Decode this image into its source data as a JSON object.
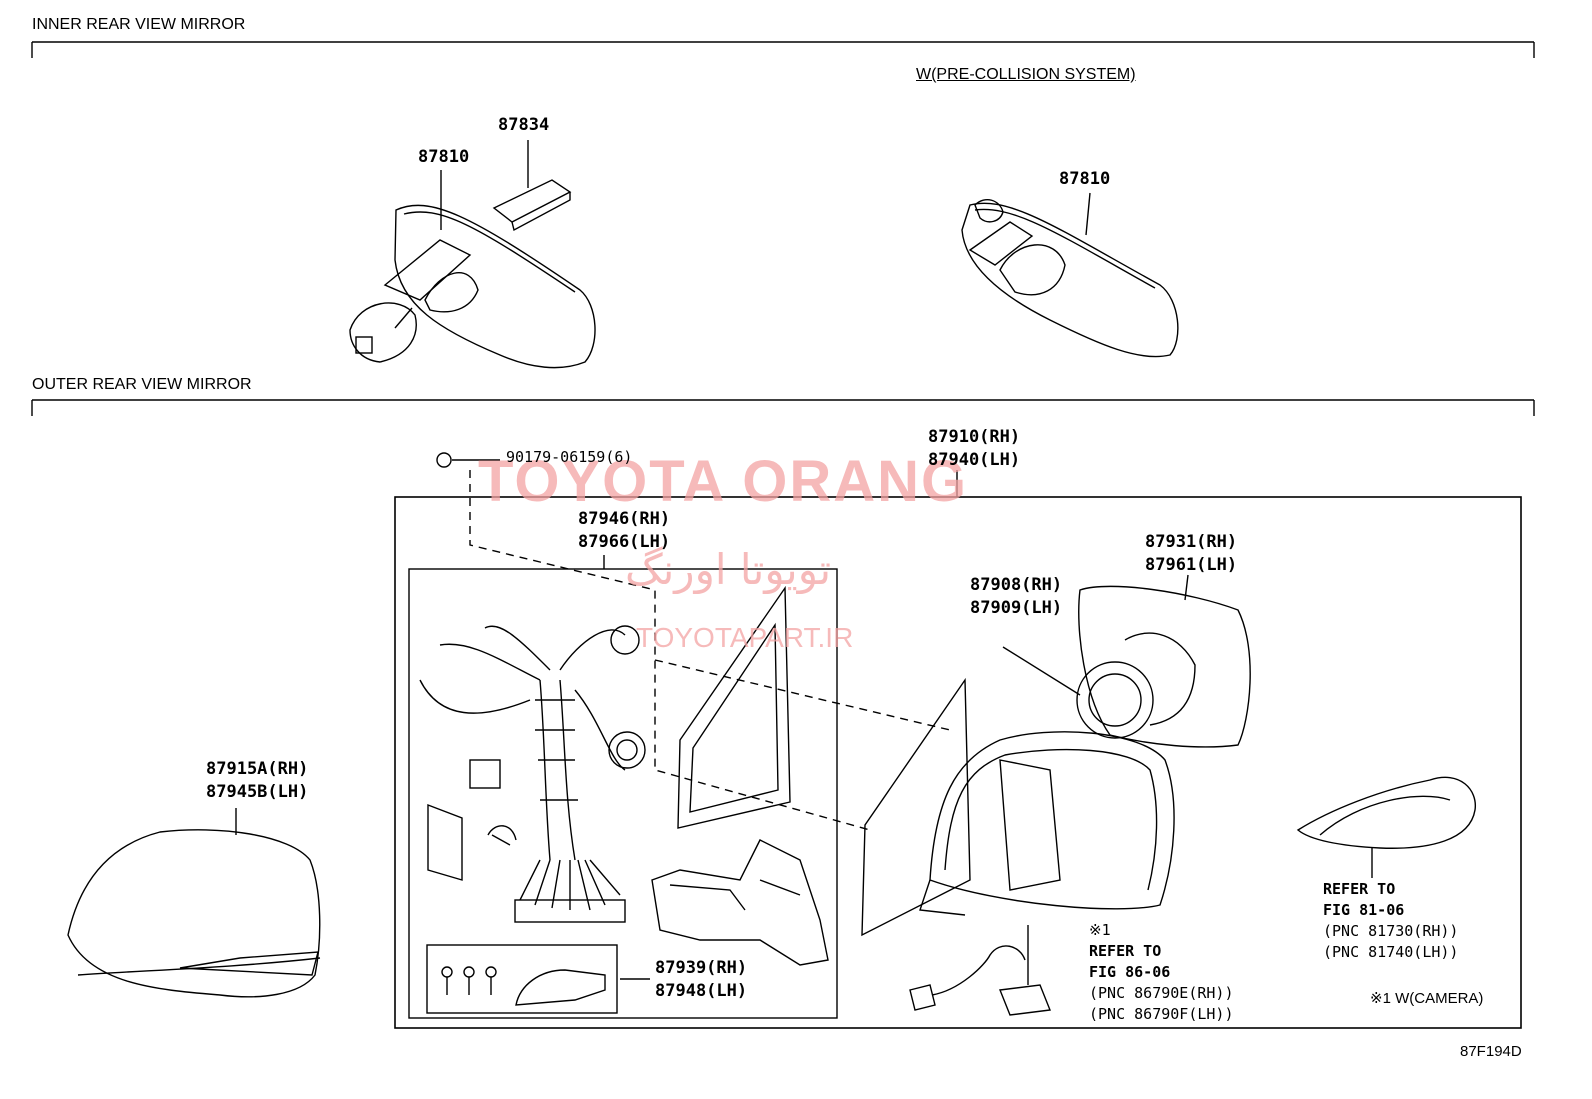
{
  "sections": {
    "inner": "INNER REAR VIEW MIRROR",
    "outer": "OUTER REAR VIEW MIRROR"
  },
  "inner_labels": {
    "precollision": "W(PRE-COLLISION SYSTEM)",
    "p87834": "87834",
    "p87810_left": "87810",
    "p87810_right": "87810"
  },
  "outer_labels": {
    "bolt": "90179-06159(6)",
    "assy_rh": "87910(RH)",
    "assy_lh": "87940(LH)",
    "harness_rh": "87946(RH)",
    "harness_lh": "87966(LH)",
    "glass_rh": "87931(RH)",
    "glass_lh": "87961(LH)",
    "actuator_rh": "87908(RH)",
    "actuator_lh": "87909(LH)",
    "cover_rh": "87915A(RH)",
    "cover_lh": "87945B(LH)",
    "bracket_rh": "87939(RH)",
    "bracket_lh": "87948(LH)"
  },
  "refer_camera": {
    "mark": "※1",
    "line1": "REFER TO",
    "line2": "FIG 86-06",
    "line3": "(PNC 86790E(RH))",
    "line4": "(PNC 86790F(LH))"
  },
  "refer_lamp": {
    "line1": "REFER TO",
    "line2": "FIG 81-06",
    "line3": "(PNC 81730(RH))",
    "line4": "(PNC 81740(LH))"
  },
  "footnote": "※1 W(CAMERA)",
  "figure_code": "87F194D",
  "watermark": {
    "brand": "TOYOTA ORANG",
    "persian": "تویوتا اورنگ",
    "site": "TOYOTAPART.IR"
  }
}
